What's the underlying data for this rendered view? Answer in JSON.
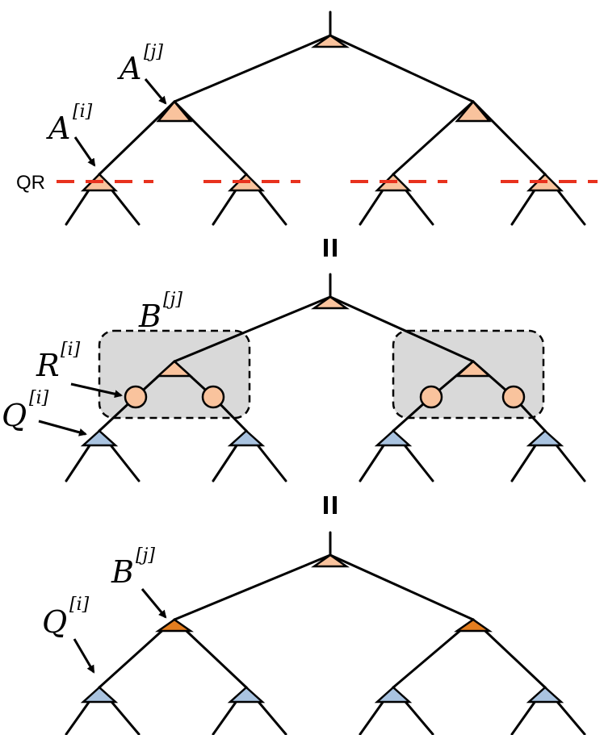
{
  "colors": {
    "node_light": "#f9c39d",
    "node_dark": "#e37d1f",
    "leaf_blue": "#a9c3e0",
    "qr_dash": "#e8321e",
    "box_fill": "#d9d9d9"
  },
  "labels": {
    "panel1_top": {
      "main": "A",
      "sup": "[j]"
    },
    "panel1_left": {
      "main": "A",
      "sup": "[i]"
    },
    "qr": "QR",
    "eq1": "=",
    "panel2_box": {
      "main": "B",
      "sup": "[j]"
    },
    "panel2_r": {
      "main": "R",
      "sup": "[i]"
    },
    "panel2_q": {
      "main": "Q",
      "sup": "[i]"
    },
    "eq2": "=",
    "panel3_b": {
      "main": "B",
      "sup": "[j]"
    },
    "panel3_q": {
      "main": "Q",
      "sup": "[i]"
    }
  }
}
